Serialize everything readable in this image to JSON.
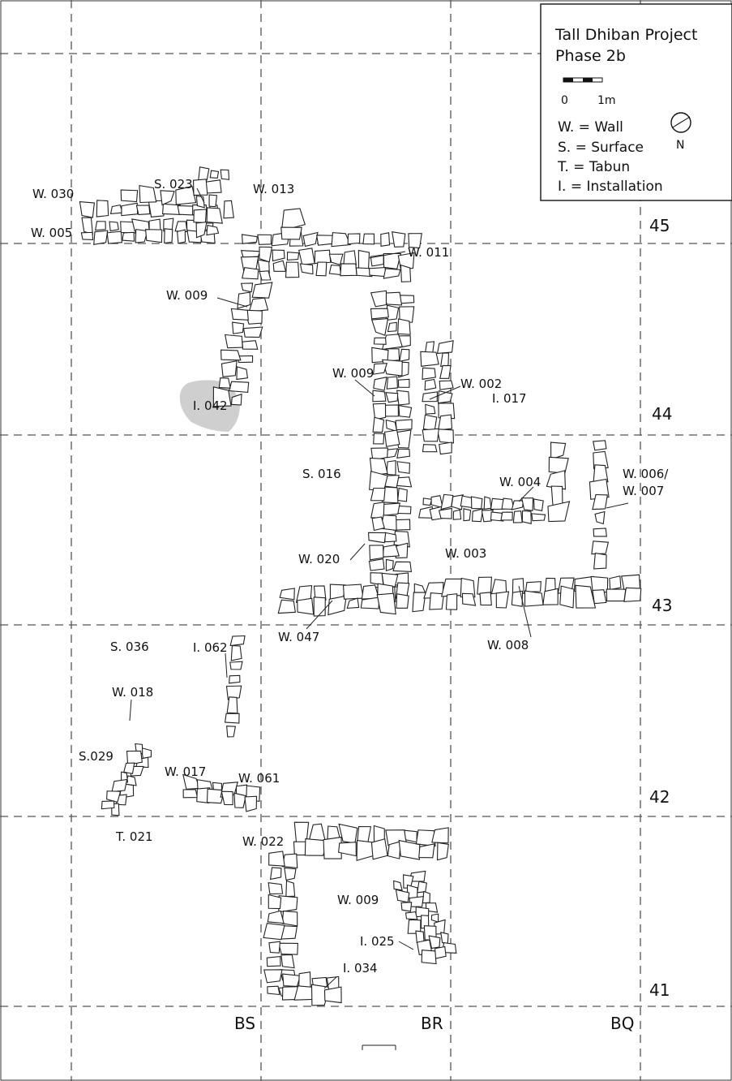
{
  "legend": {
    "title_line1": "Tall Dhiban Project",
    "title_line2": "Phase 2b",
    "scale_start": "0",
    "scale_end": "1m",
    "north_label": "N",
    "entries": [
      "W. = Wall",
      "S. = Surface",
      "T. = Tabun",
      "I. = Installation"
    ]
  },
  "grid_rows": [
    "45",
    "44",
    "43",
    "42",
    "41"
  ],
  "grid_cols": [
    "BS",
    "BR",
    "BQ"
  ],
  "labels": {
    "w030": "W. 030",
    "s023": "S. 023",
    "w013": "W. 013",
    "w005": "W. 005",
    "w011": "W. 011",
    "w009a": "W. 009",
    "w009b": "W. 009",
    "w002": "W. 002",
    "i017": "I. 017",
    "i042": "I. 042",
    "s016": "S. 016",
    "w004": "W. 004",
    "w006": "W. 006/",
    "w007": "W. 007",
    "w020": "W. 020",
    "w003": "W. 003",
    "w047": "W. 047",
    "w008": "W. 008",
    "s036": "S. 036",
    "i062": "I. 062",
    "w018": "W. 018",
    "s029": "S.029",
    "w017": "W. 017",
    "w061": "W. 061",
    "t021": "T. 021",
    "w022": "W. 022",
    "w009c": "W. 009",
    "i025": "I. 025",
    "i034": "I. 034"
  }
}
